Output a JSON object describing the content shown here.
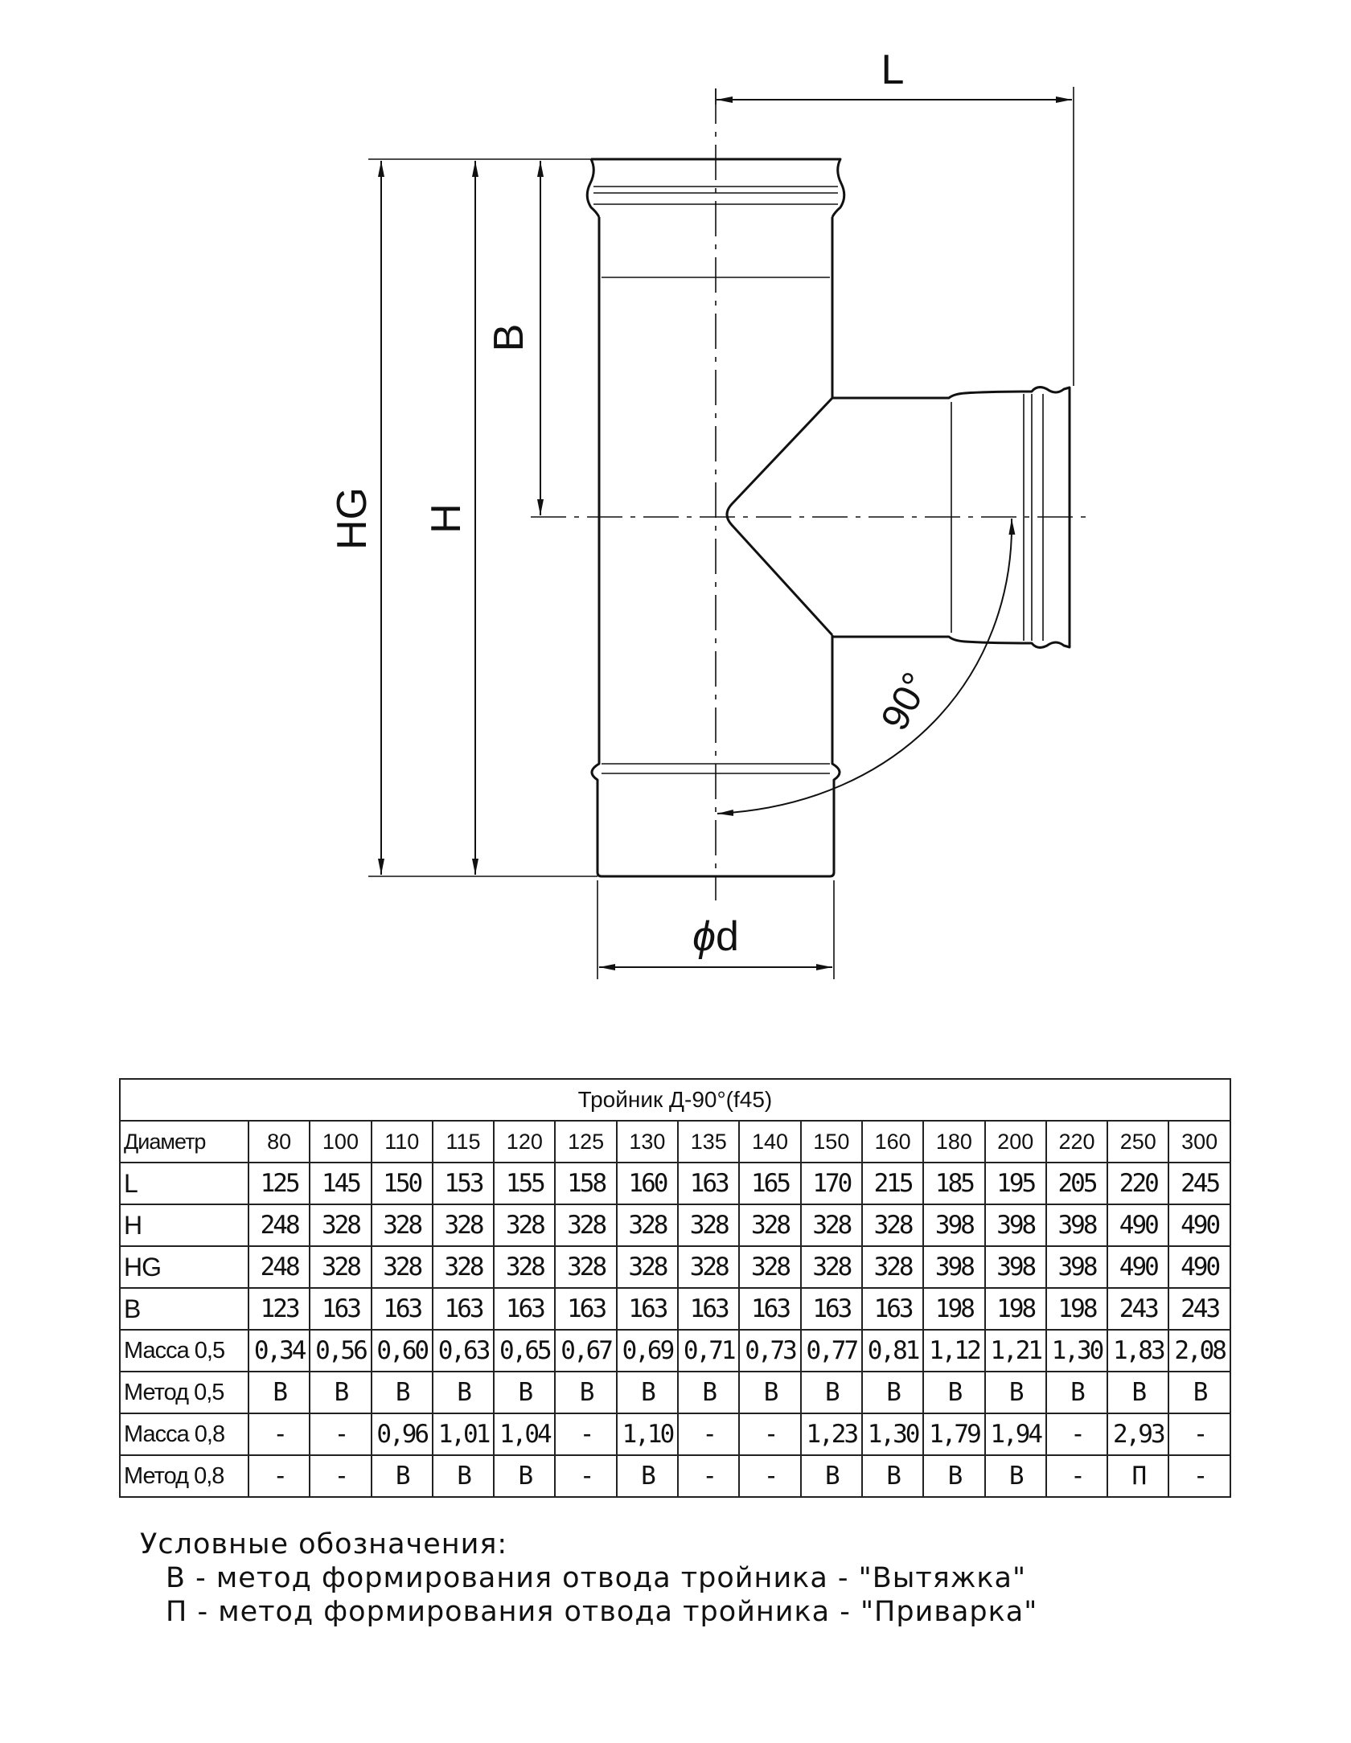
{
  "diagram": {
    "labels": {
      "L": "L",
      "B": "B",
      "HG": "HG",
      "H": "H",
      "angle": "90°",
      "diameter_symbol": "ϕ",
      "diameter_letter": "d"
    }
  },
  "table": {
    "title": "Тройник Д-90°(f45)",
    "header_label": "Диаметр",
    "diameters": [
      "80",
      "100",
      "110",
      "115",
      "120",
      "125",
      "130",
      "135",
      "140",
      "150",
      "160",
      "180",
      "200",
      "220",
      "250",
      "300"
    ],
    "rows": [
      {
        "label": "L",
        "values": [
          "125",
          "145",
          "150",
          "153",
          "155",
          "158",
          "160",
          "163",
          "165",
          "170",
          "215",
          "185",
          "195",
          "205",
          "220",
          "245"
        ]
      },
      {
        "label": "H",
        "values": [
          "248",
          "328",
          "328",
          "328",
          "328",
          "328",
          "328",
          "328",
          "328",
          "328",
          "328",
          "398",
          "398",
          "398",
          "490",
          "490"
        ]
      },
      {
        "label": "HG",
        "values": [
          "248",
          "328",
          "328",
          "328",
          "328",
          "328",
          "328",
          "328",
          "328",
          "328",
          "328",
          "398",
          "398",
          "398",
          "490",
          "490"
        ]
      },
      {
        "label": "B",
        "values": [
          "123",
          "163",
          "163",
          "163",
          "163",
          "163",
          "163",
          "163",
          "163",
          "163",
          "163",
          "198",
          "198",
          "198",
          "243",
          "243"
        ]
      },
      {
        "label": "Масса 0,5",
        "values": [
          "0,34",
          "0,56",
          "0,60",
          "0,63",
          "0,65",
          "0,67",
          "0,69",
          "0,71",
          "0,73",
          "0,77",
          "0,81",
          "1,12",
          "1,21",
          "1,30",
          "1,83",
          "2,08"
        ]
      },
      {
        "label": "Метод 0,5",
        "values": [
          "В",
          "В",
          "В",
          "В",
          "В",
          "В",
          "В",
          "В",
          "В",
          "В",
          "В",
          "В",
          "В",
          "В",
          "В",
          "В"
        ]
      },
      {
        "label": "Масса 0,8",
        "values": [
          "-",
          "-",
          "0,96",
          "1,01",
          "1,04",
          "-",
          "1,10",
          "-",
          "-",
          "1,23",
          "1,30",
          "1,79",
          "1,94",
          "-",
          "2,93",
          "-"
        ]
      },
      {
        "label": "Метод 0,8",
        "values": [
          "-",
          "-",
          "В",
          "В",
          "В",
          "-",
          "В",
          "-",
          "-",
          "В",
          "В",
          "В",
          "В",
          "-",
          "П",
          "-"
        ]
      }
    ]
  },
  "legend": {
    "title": "Условные обозначения:",
    "items": [
      "В - метод формирования отвода тройника - \"Вытяжка\"",
      "П - метод формирования отвода тройника - \"Приварка\""
    ]
  }
}
